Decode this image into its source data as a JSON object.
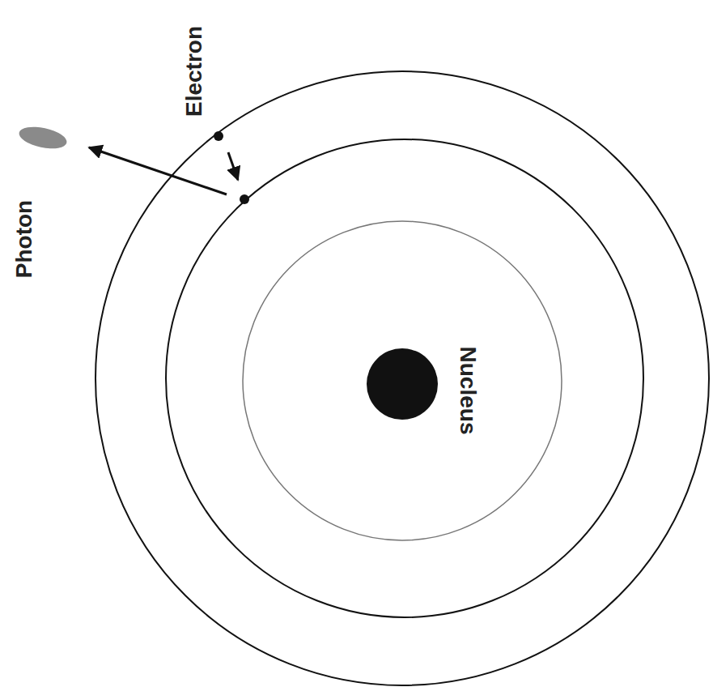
{
  "diagram": {
    "labels": [
      "Electron",
      "Photon",
      "Nucleus"
    ]
  }
}
